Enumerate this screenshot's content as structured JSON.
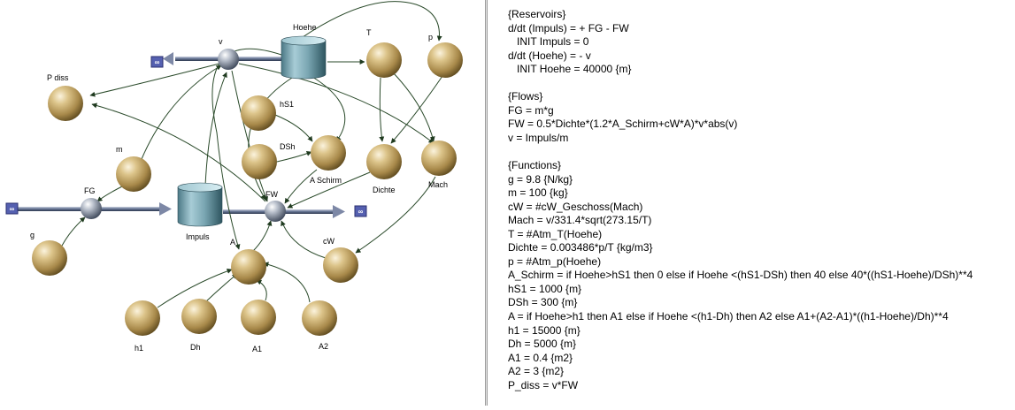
{
  "diagram": {
    "nodes": {
      "hoehe": "Hoehe",
      "v": "v",
      "t": "T",
      "p": "p",
      "p_diss": "P diss",
      "hs1": "hS1",
      "dsh": "DSh",
      "a_schirm": "A Schirm",
      "dichte": "Dichte",
      "mach": "Mach",
      "m": "m",
      "fg": "FG",
      "impuls": "Impuls",
      "fw": "FW",
      "g": "g",
      "a": "A",
      "cw": "cW",
      "h1": "h1",
      "dh": "Dh",
      "a1": "A1",
      "a2": "A2"
    },
    "infinity_symbol": "∞",
    "colors": {
      "variable_gold": "#b89a5a",
      "reservoir_teal": "#7ea9b5",
      "flow_pipe": "#5a6a85",
      "infinity_box": "#5560b0",
      "link_arrow": "#2a4a2a"
    }
  },
  "equations": [
    "{Reservoirs}",
    "d/dt (Impuls) = + FG - FW",
    "   INIT Impuls = 0",
    "d/dt (Hoehe) = - v",
    "   INIT Hoehe = 40000 {m}",
    "",
    "{Flows}",
    "FG = m*g",
    "FW = 0.5*Dichte*(1.2*A_Schirm+cW*A)*v*abs(v)",
    "v = Impuls/m",
    "",
    "{Functions}",
    "g = 9.8 {N/kg}",
    "m = 100 {kg}",
    "cW = #cW_Geschoss(Mach)",
    "Mach = v/331.4*sqrt(273.15/T)",
    "T = #Atm_T(Hoehe)",
    "Dichte = 0.003486*p/T {kg/m3}",
    "p = #Atm_p(Hoehe)",
    "A_Schirm = if Hoehe>hS1 then 0 else if Hoehe <(hS1-DSh) then 40 else 40*((hS1-Hoehe)/DSh)**4",
    "hS1 = 1000 {m}",
    "DSh = 300 {m}",
    "A = if Hoehe>h1 then A1 else if Hoehe <(h1-Dh) then A2 else A1+(A2-A1)*((h1-Hoehe)/Dh)**4",
    "h1 = 15000 {m}",
    "Dh = 5000 {m}",
    "A1 = 0.4 {m2}",
    "A2 = 3 {m2}",
    "P_diss = v*FW"
  ]
}
